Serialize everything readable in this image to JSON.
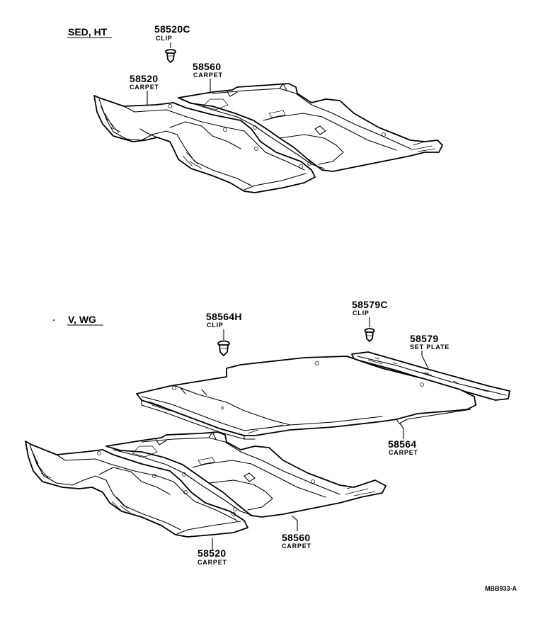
{
  "sections": {
    "sed_ht": {
      "label": "SED, HT"
    },
    "v_wg": {
      "label": "V, WG"
    }
  },
  "parts": {
    "top_clip": {
      "number": "58520C",
      "desc": "CLIP"
    },
    "top_carpet_front": {
      "number": "58520",
      "desc": "CARPET"
    },
    "top_carpet_center": {
      "number": "58560",
      "desc": "CARPET"
    },
    "bot_clip_a": {
      "number": "58564H",
      "desc": "CLIP"
    },
    "bot_clip_b": {
      "number": "58579C",
      "desc": "CLIP"
    },
    "bot_set_plate": {
      "number": "58579",
      "desc": "SET PLATE"
    },
    "bot_carpet_rear": {
      "number": "58564",
      "desc": "CARPET"
    },
    "bot_carpet_center": {
      "number": "58560",
      "desc": "CARPET"
    },
    "bot_carpet_front": {
      "number": "58520",
      "desc": "CARPET"
    }
  },
  "diagram_code": "MBB933-A"
}
